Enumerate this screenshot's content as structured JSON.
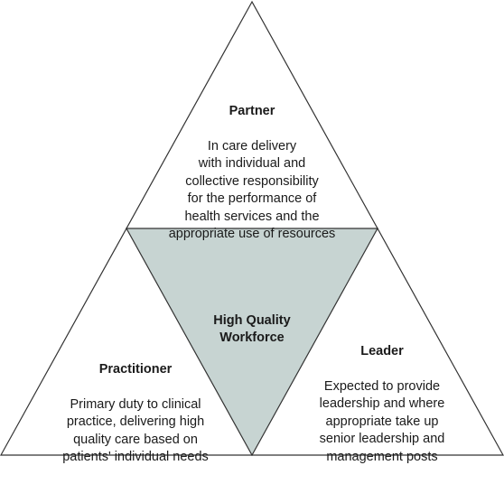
{
  "colors": {
    "outer_fill": "#ffffff",
    "center_fill": "#c7d4d2",
    "stroke": "#333333"
  },
  "partner": {
    "title": "Partner",
    "body": "In care delivery\nwith individual and\ncollective responsibility\nfor the performance of\nhealth services and the\nappropriate use of resources"
  },
  "center": {
    "title": "High Quality\nWorkforce"
  },
  "practitioner": {
    "title": "Practitioner",
    "body": "Primary duty to clinical\npractice, delivering high\nquality care based on\npatients' individual needs"
  },
  "leader": {
    "title": "Leader",
    "body": "Expected to provide\nleadership and where\nappropriate take up\nsenior leadership and\nmanagement posts"
  }
}
